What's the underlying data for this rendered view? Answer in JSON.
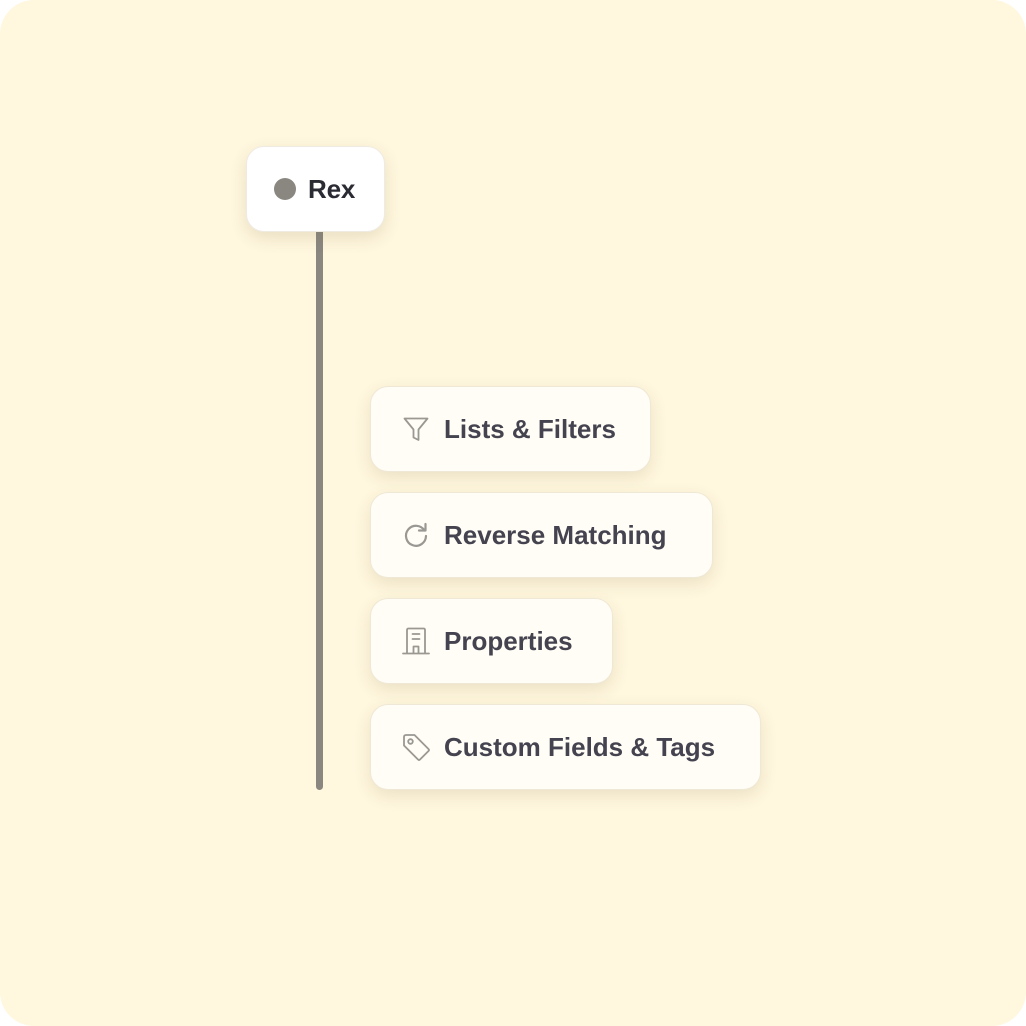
{
  "root": {
    "label": "Rex",
    "dot_color": "#8A8780"
  },
  "items": [
    {
      "label": "Lists & Filters",
      "icon": "funnel-icon"
    },
    {
      "label": "Reverse Matching",
      "icon": "refresh-icon"
    },
    {
      "label": "Properties",
      "icon": "building-icon"
    },
    {
      "label": "Custom Fields & Tags",
      "icon": "tag-icon"
    }
  ],
  "colors": {
    "background": "#FFF7DE",
    "connector": "#8A8780",
    "text": "#44434F",
    "icon": "#9A9893"
  }
}
